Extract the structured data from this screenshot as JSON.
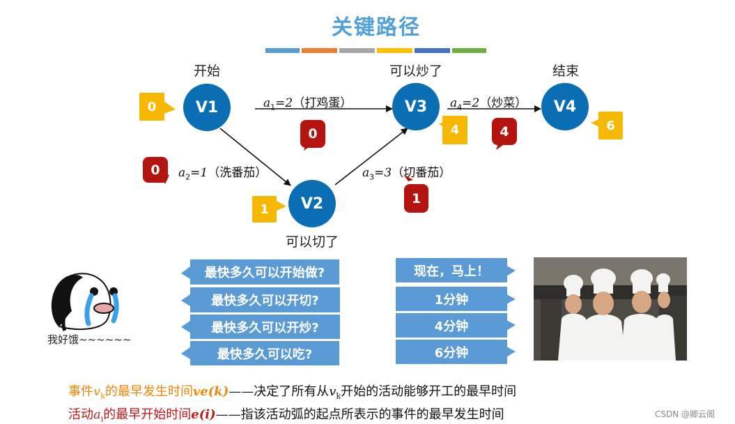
{
  "title": "关键路径",
  "strip_colors": [
    "#5b9bd5",
    "#ed7d31",
    "#a5a5a5",
    "#ffc000",
    "#4472c4",
    "#70ad47"
  ],
  "nodes": {
    "v1": {
      "id": "V1",
      "label": "开始",
      "early": "0"
    },
    "v2": {
      "id": "V2",
      "label": "可以切了",
      "early": "1"
    },
    "v3": {
      "id": "V3",
      "label": "可以炒了",
      "early": "4"
    },
    "v4": {
      "id": "V4",
      "label": "结束",
      "early": "6"
    }
  },
  "edges": {
    "a1": {
      "var": "a",
      "sub": "1",
      "eq": "=2",
      "desc": "（打鸡蛋）",
      "early_start": "0"
    },
    "a2": {
      "var": "a",
      "sub": "2",
      "eq": "=1",
      "desc": "（洗番茄）",
      "early_start": "0"
    },
    "a3": {
      "var": "a",
      "sub": "3",
      "eq": "=3",
      "desc": "（切番茄）",
      "early_start": "1"
    },
    "a4": {
      "var": "a",
      "sub": "4",
      "eq": "=2",
      "desc": "（炒菜）",
      "early_start": "4"
    }
  },
  "questions": [
    "最快多久可以开始做?",
    "最快多久可以开切?",
    "最快多久可以开炒?",
    "最快多久可以吃?"
  ],
  "answers": [
    "现在，马上！",
    "1分钟",
    "4分钟",
    "6分钟"
  ],
  "meme_caption": "我好饿~~~~~~",
  "bottom_lines": {
    "event": {
      "prefix": "事件",
      "var": "v",
      "sub": "k",
      "mid": "的最早发生时间",
      "func": "ve(k)",
      "dash": "——",
      "desc_a": "决定了所有从",
      "desc_var": "v",
      "desc_sub": "k",
      "desc_b": "开始的活动能够开工的最早时间"
    },
    "activity": {
      "prefix": "活动",
      "var": "a",
      "sub": "i",
      "mid": "的最早开始时间",
      "func": "e(i)",
      "dash": "——",
      "desc": "指该活动弧的起点所表示的事件的最早发生时间"
    }
  },
  "watermark": "CSDN @卿云阁",
  "colors": {
    "node": "#0a6eb4",
    "yellow": "#f6b800",
    "red": "#b4140f",
    "box": "#5b9bd5",
    "title": "#4f9fd8",
    "event_line": "#f0850a",
    "activity_line": "#c0161a"
  }
}
